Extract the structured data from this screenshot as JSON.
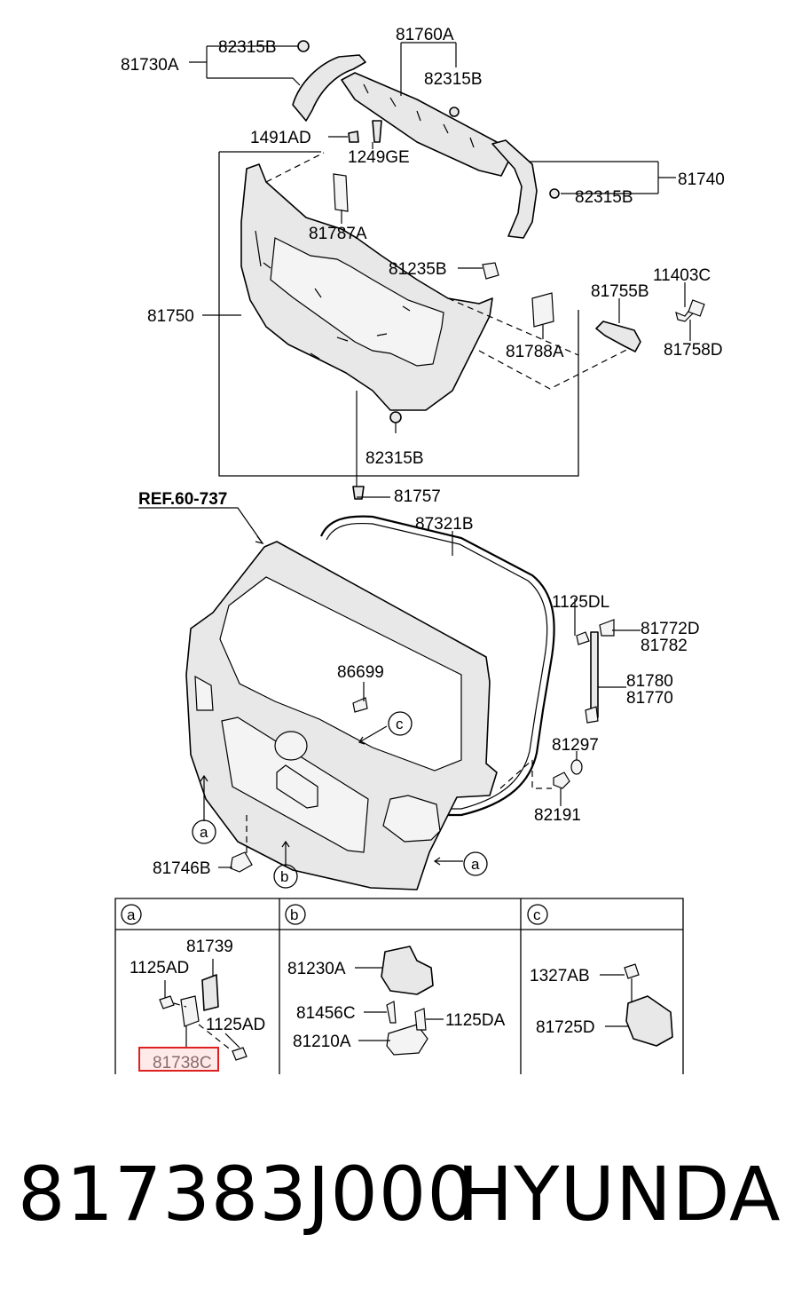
{
  "labels": {
    "p81730A": "81730A",
    "p82315B_1": "82315B",
    "p81760A": "81760A",
    "p82315B_2": "82315B",
    "p1491AD": "1491AD",
    "p1249GE": "1249GE",
    "p81740": "81740",
    "p82315B_3": "82315B",
    "p81787A": "81787A",
    "p81235B": "81235B",
    "p81755B": "81755B",
    "p11403C": "11403C",
    "p81750": "81750",
    "p81788A": "81788A",
    "p81758D": "81758D",
    "p82315B_4": "82315B",
    "p81757": "81757",
    "ref": "REF.60-737",
    "p87321B": "87321B",
    "p1125DL": "1125DL",
    "p81772D": "81772D",
    "p81782": "81782",
    "p86699": "86699",
    "p81780": "81780",
    "p81770": "81770",
    "p81297": "81297",
    "p82191": "82191",
    "p81746B": "81746B",
    "callout_a": "a",
    "callout_b": "b",
    "callout_c": "c"
  },
  "detail_table": {
    "headers": [
      "a",
      "b",
      "c"
    ],
    "cell_a": {
      "p81739": "81739",
      "p1125AD_1": "1125AD",
      "p1125AD_2": "1125AD",
      "p81738C": "81738C"
    },
    "cell_b": {
      "p81230A": "81230A",
      "p81456C": "81456C",
      "p1125DA": "1125DA",
      "p81210A": "81210A"
    },
    "cell_c": {
      "p1327AB": "1327AB",
      "p81725D": "81725D"
    }
  },
  "highlight_color": "#e02020",
  "footer": {
    "part_number": "817383J000",
    "brand": "HYUNDAI"
  }
}
